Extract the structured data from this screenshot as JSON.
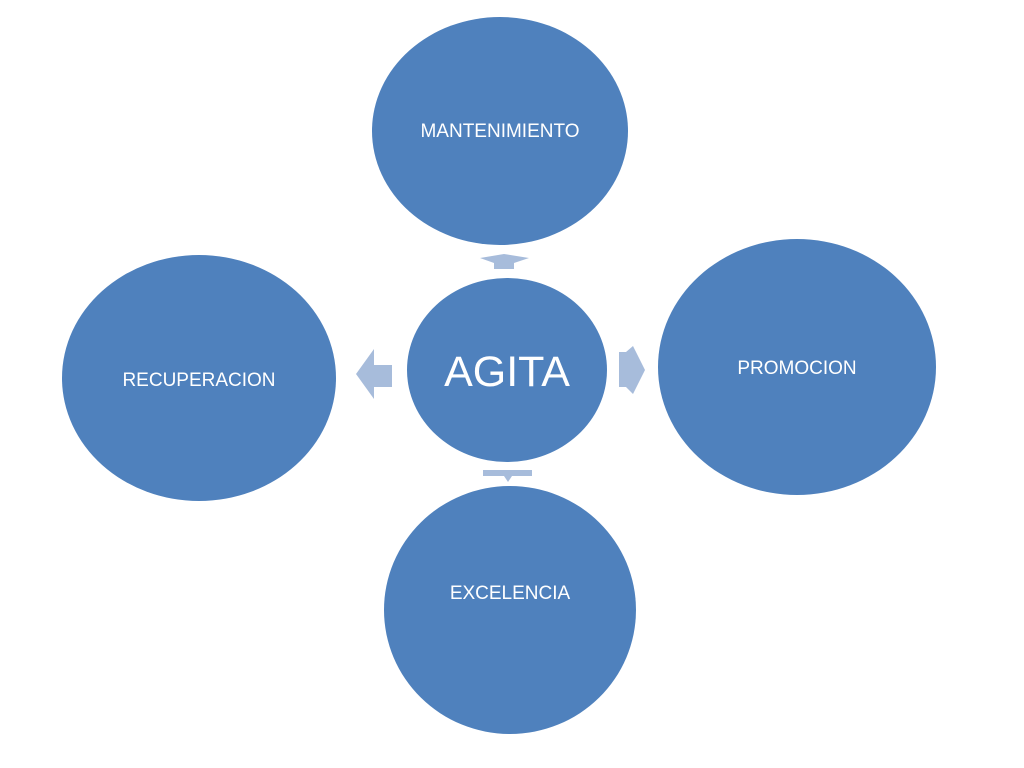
{
  "diagram": {
    "center": {
      "label": "AGITA"
    },
    "nodes": {
      "top": {
        "label": "MANTENIMIENTO"
      },
      "right": {
        "label": "PROMOCION"
      },
      "bottom": {
        "label": "EXCELENCIA"
      },
      "left": {
        "label": "RECUPERACION"
      }
    },
    "colors": {
      "node_fill": "#4f81bd",
      "arrow_fill": "#a7bcdb"
    }
  }
}
